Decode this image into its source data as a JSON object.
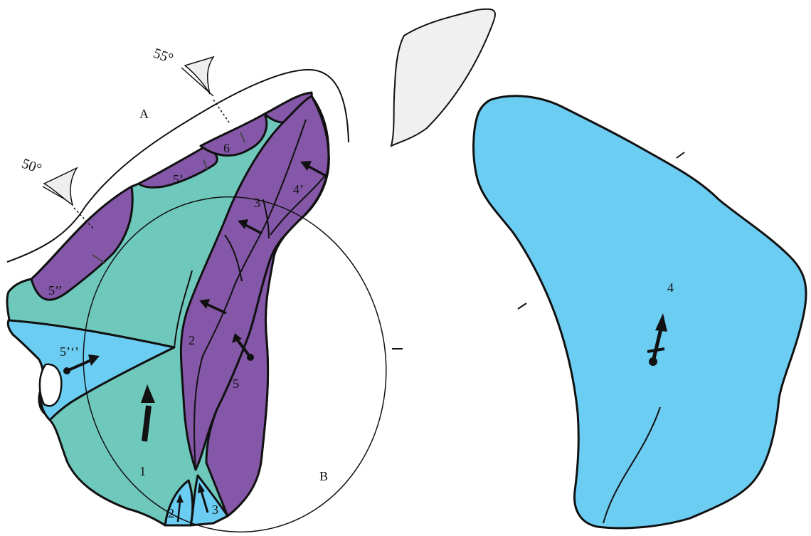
{
  "labels": {
    "angle_55": "55°",
    "angle_50": "50°",
    "A": "A",
    "B": "B",
    "scar_1": "1",
    "scar_2": "2",
    "scar_2_small": "2",
    "scar_3": "3",
    "scar_3_small": "3",
    "scar_4": "4",
    "scar_4_prime": "4’",
    "scar_5": "5",
    "scar_5_prime": "5’",
    "scar_5_double": "5’’",
    "scar_5_triple": "5’‘’",
    "scar_6": "6"
  },
  "colors": {
    "teal": "#6fc8bc",
    "purple": "#8557a8",
    "blue": "#6ccdf3",
    "grey": "#f0f0f0",
    "outline": "#111111"
  }
}
